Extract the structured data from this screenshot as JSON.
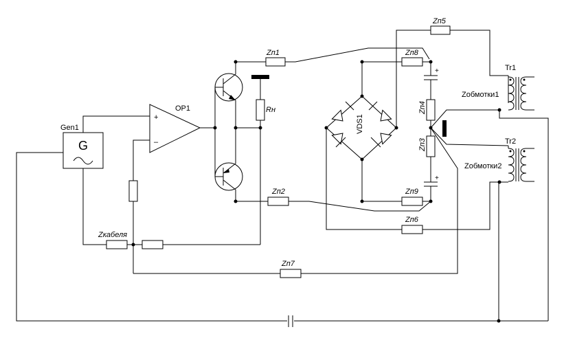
{
  "labels": {
    "gen": "Gen1",
    "gen_symbol": "G",
    "op": "OP1",
    "op_plus": "+",
    "op_minus": "–",
    "rn": "Rн",
    "zcable": "Zкабеля",
    "zp1": "Zп1",
    "zp2": "Zп2",
    "zp3": "Zп3",
    "zp4": "Zп4",
    "zp5": "Zп5",
    "zp6": "Zп6",
    "zp7": "Zп7",
    "zp8": "Zп8",
    "zp9": "Zп9",
    "vds": "VDS1",
    "tr1": "Tr1",
    "tr2": "Tr2",
    "zw1": "Zобмотки1",
    "zw2": "Zобмотки2",
    "cap_plus_top": "+",
    "cap_plus_bottom": "+"
  },
  "colors": {
    "line": "#000000",
    "background": "#ffffff"
  }
}
